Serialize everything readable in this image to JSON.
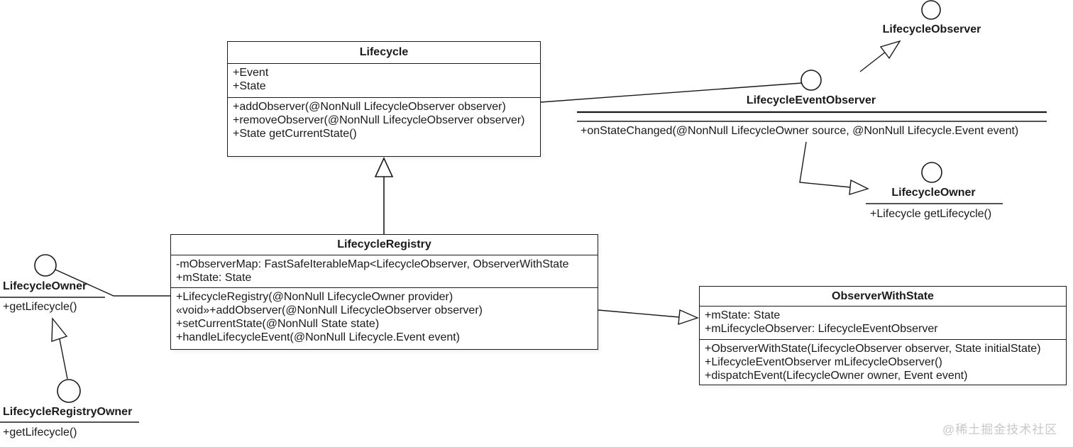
{
  "diagram": {
    "classes": {
      "lifecycle": {
        "title": "Lifecycle",
        "attributes": [
          "+Event",
          "+State"
        ],
        "methods": [
          "+addObserver(@NonNull LifecycleObserver observer)",
          "+removeObserver(@NonNull LifecycleObserver observer)",
          "+State getCurrentState()"
        ]
      },
      "lifecycle_registry": {
        "title": "LifecycleRegistry",
        "attributes": [
          "-mObserverMap: FastSafeIterableMap<LifecycleObserver, ObserverWithState",
          "+mState: State"
        ],
        "methods": [
          "+LifecycleRegistry(@NonNull LifecycleOwner provider)",
          "«void»+addObserver(@NonNull LifecycleObserver observer)",
          "+setCurrentState(@NonNull State state)",
          "+handleLifecycleEvent(@NonNull Lifecycle.Event event)"
        ]
      },
      "observer_with_state": {
        "title": "ObserverWithState",
        "attributes": [
          "+mState: State",
          "+mLifecycleObserver: LifecycleEventObserver"
        ],
        "methods": [
          "+ObserverWithState(LifecycleObserver observer, State initialState)",
          "+LifecycleEventObserver mLifecycleObserver()",
          "+dispatchEvent(LifecycleOwner owner, Event event)"
        ]
      }
    },
    "interfaces": {
      "lifecycle_observer": {
        "title": "LifecycleObserver"
      },
      "lifecycle_event_observer": {
        "title": "LifecycleEventObserver",
        "method": "+onStateChanged(@NonNull LifecycleOwner source, @NonNull Lifecycle.Event event)"
      },
      "lifecycle_owner_right": {
        "title": "LifecycleOwner",
        "method": "+Lifecycle getLifecycle()"
      },
      "lifecycle_owner_left": {
        "title": "LifecycleOwner",
        "method": "+getLifecycle()"
      },
      "lifecycle_registry_owner": {
        "title": "LifecycleRegistryOwner",
        "method": "+getLifecycle()"
      }
    },
    "colors": {
      "line": "#1a1a1a",
      "background": "#ffffff",
      "watermark": "#c8c8c8"
    },
    "watermark": "@稀土掘金技术社区"
  }
}
